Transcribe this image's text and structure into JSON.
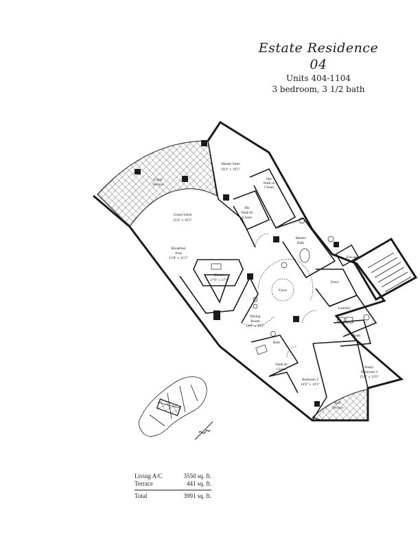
{
  "header": {
    "title": "Estate Residence 04",
    "units": "Units 404-1104",
    "config": "3 bedroom, 3 1/2 bath"
  },
  "rooms": {
    "guest_terrace": [
      "Guest",
      "Terrace"
    ],
    "master_suite": [
      "Master Suite",
      "19'4\" x 16'5\""
    ],
    "her_closet": [
      "Her",
      "Walk-in",
      "Closet"
    ],
    "his_closet": [
      "His",
      "Walk-In",
      "Closet"
    ],
    "grand_salon": [
      "Grand Salon",
      "25'6\" x 16'3\""
    ],
    "master_bath": [
      "Master",
      "Bath"
    ],
    "elevator": [
      "Elevator"
    ],
    "breakfast": [
      "Breakfast",
      "Area",
      "21'8\" x 11'2\""
    ],
    "kitchen": [
      "Kitchen",
      "17'6\" x 17'1\""
    ],
    "foyer": [
      "Foyer"
    ],
    "entry": [
      "Entry"
    ],
    "laundry": [
      "Laundry"
    ],
    "dining": [
      "Dining",
      "Room",
      "12'6\" x 16'4\""
    ],
    "bath_a": [
      "Bath"
    ],
    "bath_b": [
      "Bath"
    ],
    "walkin": [
      "Walk-In",
      "Closet"
    ],
    "bedroom2": [
      "Bedroom 2",
      "14'0\" x 14'3\""
    ],
    "study": [
      "Study/",
      "Bedroom 3",
      "15'0\" x 12'0\""
    ],
    "bay_terrace": [
      "Bay",
      "Terrace"
    ]
  },
  "area": {
    "rows": [
      {
        "label": "Living A/C",
        "value": "3550 sq. ft."
      },
      {
        "label": "Terrace",
        "value": "441 sq. ft."
      }
    ],
    "total": {
      "label": "Total",
      "value": "3991 sq. ft."
    }
  },
  "colors": {
    "ink": "#1a1a1a",
    "paper": "#ffffff"
  }
}
